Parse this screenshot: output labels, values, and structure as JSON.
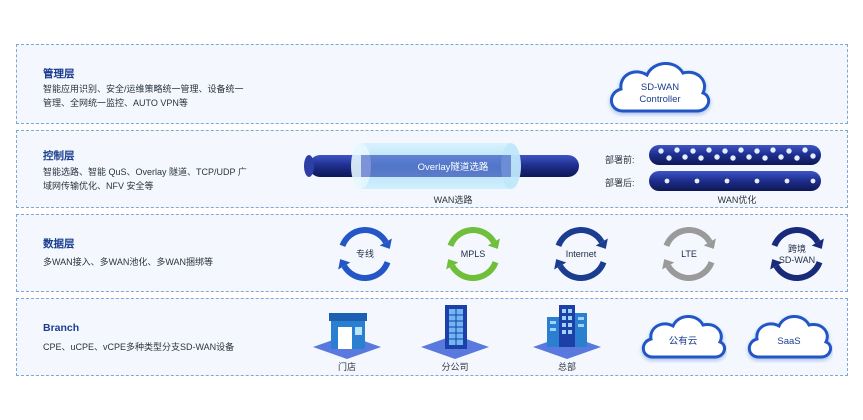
{
  "layers": {
    "management": {
      "title": "管理层",
      "desc_line1": "智能应用识别、安全/运维策略统一管理、设备统一",
      "desc_line2": "管理、全网统一监控、AUTO VPN等",
      "cloud_line1": "SD-WAN",
      "cloud_line2": "Controller"
    },
    "control": {
      "title": "控制层",
      "desc_line1": "智能选路、智能 QuS、Overlay 隧道、TCP/UDP 广",
      "desc_line2": "域网传输优化、NFV 安全等",
      "tunnel_label": "Overlay隧道选路",
      "wan_select_label": "WAN选路",
      "before_label": "部署前:",
      "after_label": "部署后:",
      "wan_opt_label": "WAN优化"
    },
    "data": {
      "title": "数据层",
      "desc": "多WAN接入、多WAN池化、多WAN捆绑等",
      "cycles": [
        {
          "label": "专线",
          "color": "#2457c5"
        },
        {
          "label": "MPLS",
          "color": "#6fbf3b"
        },
        {
          "label": "Internet",
          "color": "#1a3d8f"
        },
        {
          "label": "LTE",
          "color": "#9a9a9a"
        },
        {
          "label": "跨境",
          "label2": "SD-WAN",
          "color": "#1a2a7a"
        }
      ]
    },
    "branch": {
      "title": "Branch",
      "desc": "CPE、uCPE、vCPE多种类型分支SD-WAN设备",
      "items": [
        {
          "label": "门店"
        },
        {
          "label": "分公司"
        },
        {
          "label": "总部"
        },
        {
          "label": "公有云"
        },
        {
          "label": "SaaS"
        }
      ]
    }
  },
  "colors": {
    "border": "#7fa8d8",
    "layer_bg": "#f4f8fe",
    "title": "#1a3d8f",
    "cloud_outline": "#2457c5"
  }
}
